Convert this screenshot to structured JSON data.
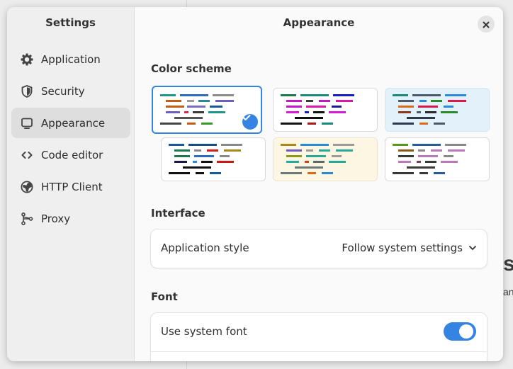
{
  "window": {
    "sidebar_title": "Settings",
    "header_title": "Appearance"
  },
  "sidebar": {
    "items": [
      {
        "label": "Application",
        "icon": "gear-icon"
      },
      {
        "label": "Security",
        "icon": "shield-icon"
      },
      {
        "label": "Appearance",
        "icon": "monitor-icon",
        "active": true
      },
      {
        "label": "Code editor",
        "icon": "code-icon"
      },
      {
        "label": "HTTP Client",
        "icon": "globe-icon"
      },
      {
        "label": "Proxy",
        "icon": "network-icon"
      }
    ]
  },
  "appearance": {
    "color_scheme_label": "Color scheme",
    "schemes": [
      {
        "selected": true,
        "bg": "#ffffff"
      },
      {
        "selected": false,
        "bg": "#ffffff"
      },
      {
        "selected": false,
        "bg": "#e3f1fb"
      },
      {
        "selected": false,
        "bg": "#ffffff"
      },
      {
        "selected": false,
        "bg": "#fdf6e3"
      },
      {
        "selected": false,
        "bg": "#ffffff"
      }
    ],
    "interface_label": "Interface",
    "app_style_label": "Application style",
    "app_style_value": "Follow system settings",
    "font_label": "Font",
    "system_font_label": "Use system font",
    "system_font_enabled": true
  },
  "background": {
    "fragment_1": "st",
    "fragment_2": "an"
  },
  "colors": {
    "accent": "#3584e4"
  }
}
